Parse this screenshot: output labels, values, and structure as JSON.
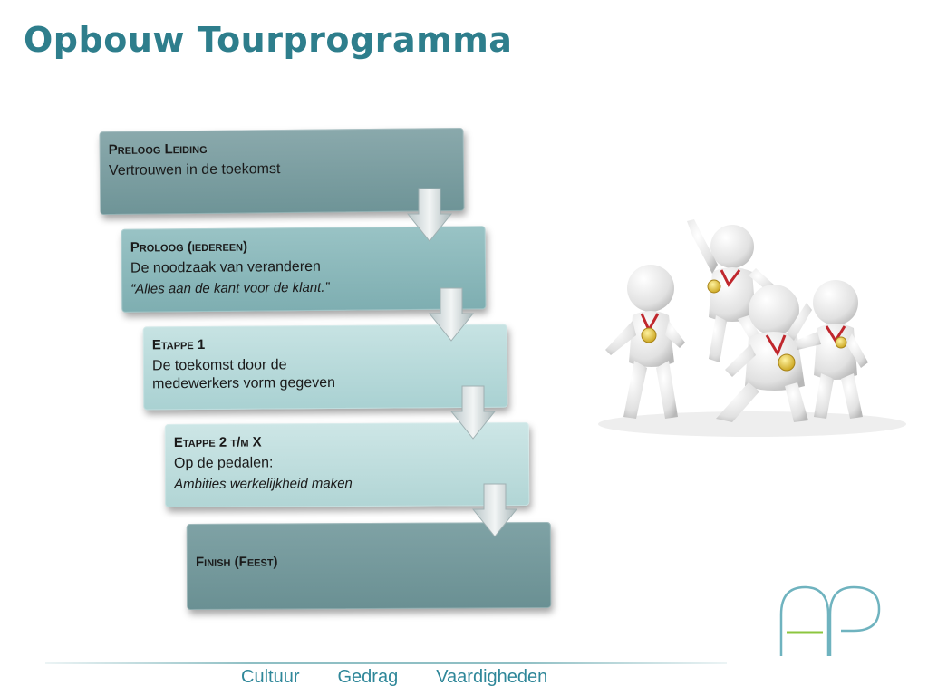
{
  "title": "Opbouw Tourprogramma",
  "stages": [
    {
      "title": "Preloog Leiding",
      "lines": [
        "Vertrouwen in de toekomst"
      ],
      "italic": ""
    },
    {
      "title": "Proloog (iedereen)",
      "lines": [
        "De noodzaak van veranderen"
      ],
      "italic": "“Alles aan de kant voor de klant.”"
    },
    {
      "title": "Etappe 1",
      "lines": [
        "De toekomst door de",
        "medewerkers vorm gegeven"
      ],
      "italic": ""
    },
    {
      "title": "Etappe 2 t/m X",
      "lines": [
        "Op de pedalen:"
      ],
      "italic": "Ambities werkelijkheid maken"
    },
    {
      "title": "Finish (Feest)",
      "lines": [],
      "italic": ""
    }
  ],
  "footer": [
    "Cultuur",
    "Gedrag",
    "Vaardigheden"
  ],
  "colors": {
    "accent": "#2e7e8c",
    "footer_text": "#2f8799",
    "logo_teal": "#6fb3bf",
    "logo_green": "#8cc63f"
  },
  "icons": [
    "down-arrow-icon",
    "medal-figures-image",
    "ap-logo"
  ]
}
